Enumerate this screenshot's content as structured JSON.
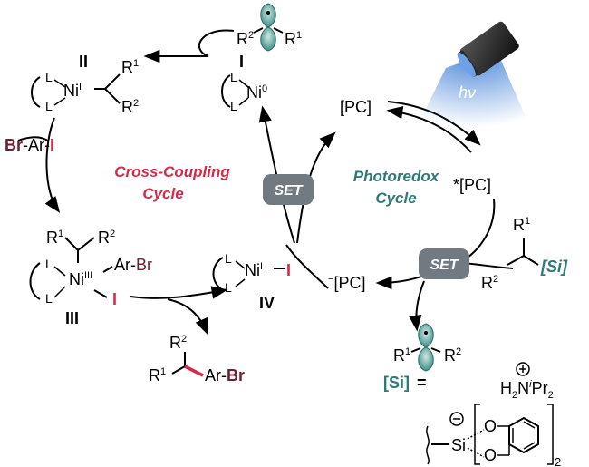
{
  "labels": {
    "ni0_roman": "I",
    "ni1_roman": "II",
    "ni3_roman": "III",
    "ni1i_roman": "IV",
    "L": "L",
    "Ni": "Ni",
    "ox_0": "0",
    "ox_I": "I",
    "ox_III": "III",
    "R1": "R",
    "R2": "R",
    "sup1": "1",
    "sup2": "2",
    "br": "Br",
    "dash": "-",
    "ar": "Ar",
    "iodine": "I",
    "ar_br": "Ar-",
    "pc": "[PC]",
    "pc_excited": "*[PC]",
    "pc_reduced": "[PC]",
    "minus": "−",
    "hv": "hν",
    "set": "SET",
    "si_tag": "[Si]",
    "equals": "=",
    "h2n": "H",
    "n_sub2": "2",
    "n_letter": "N",
    "ipr_i": "i",
    "ipr_pr": "Pr",
    "si": "Si",
    "o": "O"
  },
  "cycles": {
    "cross_coupling_line1": "Cross-Coupling",
    "cross_coupling_line2": "Cycle",
    "photoredox_line1": "Photoredox",
    "photoredox_line2": "Cycle"
  },
  "colors": {
    "cross_coupling": "#d62a4a",
    "photoredox": "#2e7a76",
    "set_badge": "#707a80",
    "radical_orbital": "#3f8f88",
    "bromine": "#6b1f2f",
    "light_beam": "#3a7bd5"
  },
  "icons": [
    "lamp-icon",
    "p-orbital-icon",
    "curly-bond-icon",
    "charge-plus-icon",
    "charge-minus-icon"
  ]
}
